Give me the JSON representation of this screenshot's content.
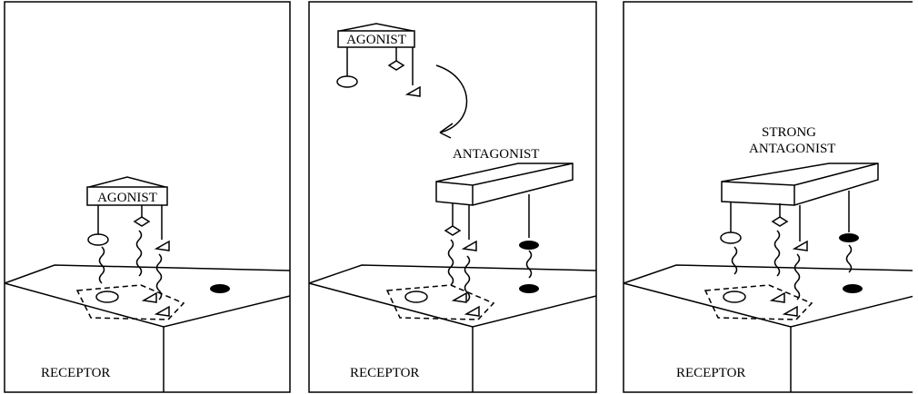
{
  "panels": [
    {
      "id": "agonist-binding",
      "box_label": "AGONIST",
      "bottom_label": "RECEPTOR"
    },
    {
      "id": "antagonist-binding",
      "box_label": "AGONIST",
      "top_label": "ANTAGONIST",
      "bottom_label": "RECEPTOR"
    },
    {
      "id": "strong-antagonist-binding",
      "top_label_line1": "STRONG",
      "top_label_line2": "ANTAGONIST",
      "bottom_label": "RECEPTOR"
    }
  ]
}
